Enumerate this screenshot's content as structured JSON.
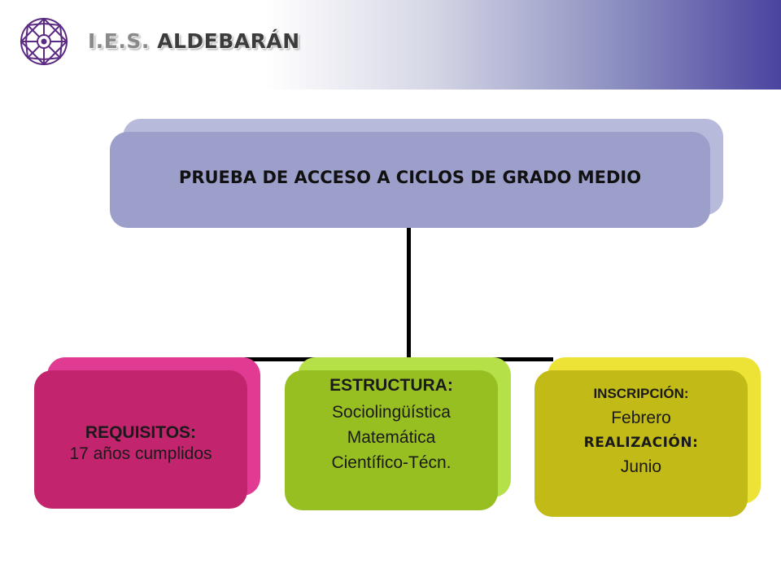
{
  "header": {
    "brand_prefix": "I.E.S. ",
    "brand_name": "ALDEBARÁN"
  },
  "diagram": {
    "root": {
      "label": "PRUEBA DE ACCESO A CICLOS DE GRADO MEDIO"
    },
    "requisitos": {
      "title": "REQUISITOS:",
      "lines": [
        "17 años cumplidos"
      ]
    },
    "estructura": {
      "title": "ESTRUCTURA:",
      "lines": [
        "Sociolingüística",
        "Matemática",
        "Científico-Técn."
      ]
    },
    "inscripcion": {
      "title": "INSCRIPCIÓN:",
      "value": "Febrero",
      "title2": "REALIZACIÓN:",
      "value2": "Junio"
    }
  },
  "colors": {
    "root_box": "#9d9fcb",
    "requisitos_box": "#c2246d",
    "estructura_box": "#98bf22",
    "inscripcion_box": "#c2ba16",
    "header_gradient_end": "#4a44a0"
  },
  "icons": {
    "logo": "star-rosette-logo-icon"
  }
}
